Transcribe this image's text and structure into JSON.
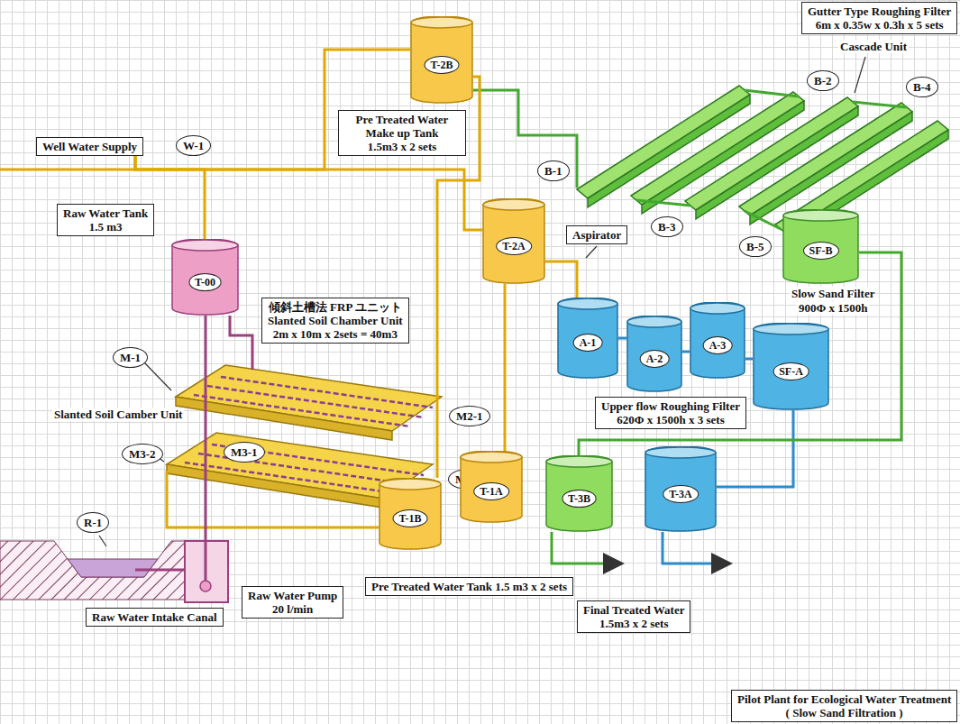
{
  "diagram": {
    "caption": "",
    "nodes": [
      {
        "text": [
          "Gutter Type Roughing Filter",
          "6m x 0.35w x 0.3h x 5 sets"
        ]
      },
      {
        "text": [
          "B-2"
        ]
      },
      {
        "text": [
          "B-4"
        ]
      },
      {
        "text": [
          "B-1"
        ]
      },
      {
        "text": [
          "Well Water Supply"
        ]
      },
      {
        "text": [
          "W-1"
        ]
      },
      {
        "text": [
          "T-2B"
        ]
      },
      {
        "text": [
          "Pre Treated Water Make up Tank",
          "1.5m3 x 2 sets"
        ]
      },
      {
        "text": [
          "T-2A"
        ]
      },
      {
        "text": [
          "Raw Water Tank",
          "1.5 m3"
        ]
      },
      {
        "text": [
          "T-00"
        ]
      },
      {
        "text": [
          "B-3"
        ]
      },
      {
        "text": [
          "B-5"
        ]
      },
      {
        "text": [
          "SF-B"
        ]
      },
      {
        "text": [
          "Aspirator"
        ]
      },
      {
        "text": [
          "傾斜土槽法 FRP ユニット",
          "Slanted Soil Chamber Unit",
          "2m x 10m x 2sets = 40m3"
        ]
      },
      {
        "text": [
          "A-1"
        ]
      },
      {
        "text": [
          "A-2"
        ]
      },
      {
        "text": [
          "A-3"
        ]
      },
      {
        "text": [
          "SF-A"
        ]
      },
      {
        "text": [
          "M-1"
        ]
      },
      {
        "text": [
          "Upper flow Roughing Filter",
          "620Φ x 1500h x 3 sets"
        ]
      },
      {
        "text": [
          "M2-1"
        ]
      },
      {
        "text": [
          "M3-2"
        ]
      },
      {
        "text": [
          "M3-1"
        ]
      },
      {
        "text": [
          "M2-2"
        ]
      },
      {
        "text": [
          "T-1A"
        ]
      },
      {
        "text": [
          "T-3B"
        ]
      },
      {
        "text": [
          "T-3A"
        ]
      },
      {
        "text": [
          "T-1B"
        ]
      },
      {
        "text": [
          "R-1"
        ]
      },
      {
        "text": [
          "Pre Treated Water Tank 1.5 m3 x 2 sets"
        ]
      },
      {
        "text": [
          "Raw Water Pump",
          "20 l/min"
        ]
      },
      {
        "text": [
          "Raw Water Intake Canal"
        ]
      },
      {
        "text": [
          "Final Treated Water",
          "1.5m3 x 2 sets"
        ]
      },
      {
        "text": [
          "Pilot Plant for Ecological Water Treatment",
          "( Slow Sand Filtration )"
        ]
      }
    ],
    "edges": [
      {
        "from": 4,
        "to": 10,
        "arrow": "none"
      },
      {
        "from": 4,
        "to": 6,
        "arrow": "none"
      },
      {
        "from": 4,
        "to": 8,
        "arrow": "none"
      },
      {
        "from": 26,
        "to": 8,
        "arrow": "none"
      },
      {
        "from": 29,
        "to": 6,
        "arrow": "none"
      },
      {
        "from": 8,
        "to": 16,
        "arrow": "none"
      },
      {
        "from": 16,
        "to": 17,
        "arrow": "none"
      },
      {
        "from": 17,
        "to": 18,
        "arrow": "none"
      },
      {
        "from": 18,
        "to": 19,
        "arrow": "none"
      },
      {
        "from": 19,
        "to": 28,
        "arrow": "none"
      },
      {
        "from": 13,
        "to": 27,
        "arrow": "none"
      }
    ],
    "labels": [
      "Cascade Unit",
      "Slanted Soil Camber Unit",
      "Slow Sand Filter",
      "900Φ x 1500h"
    ]
  }
}
